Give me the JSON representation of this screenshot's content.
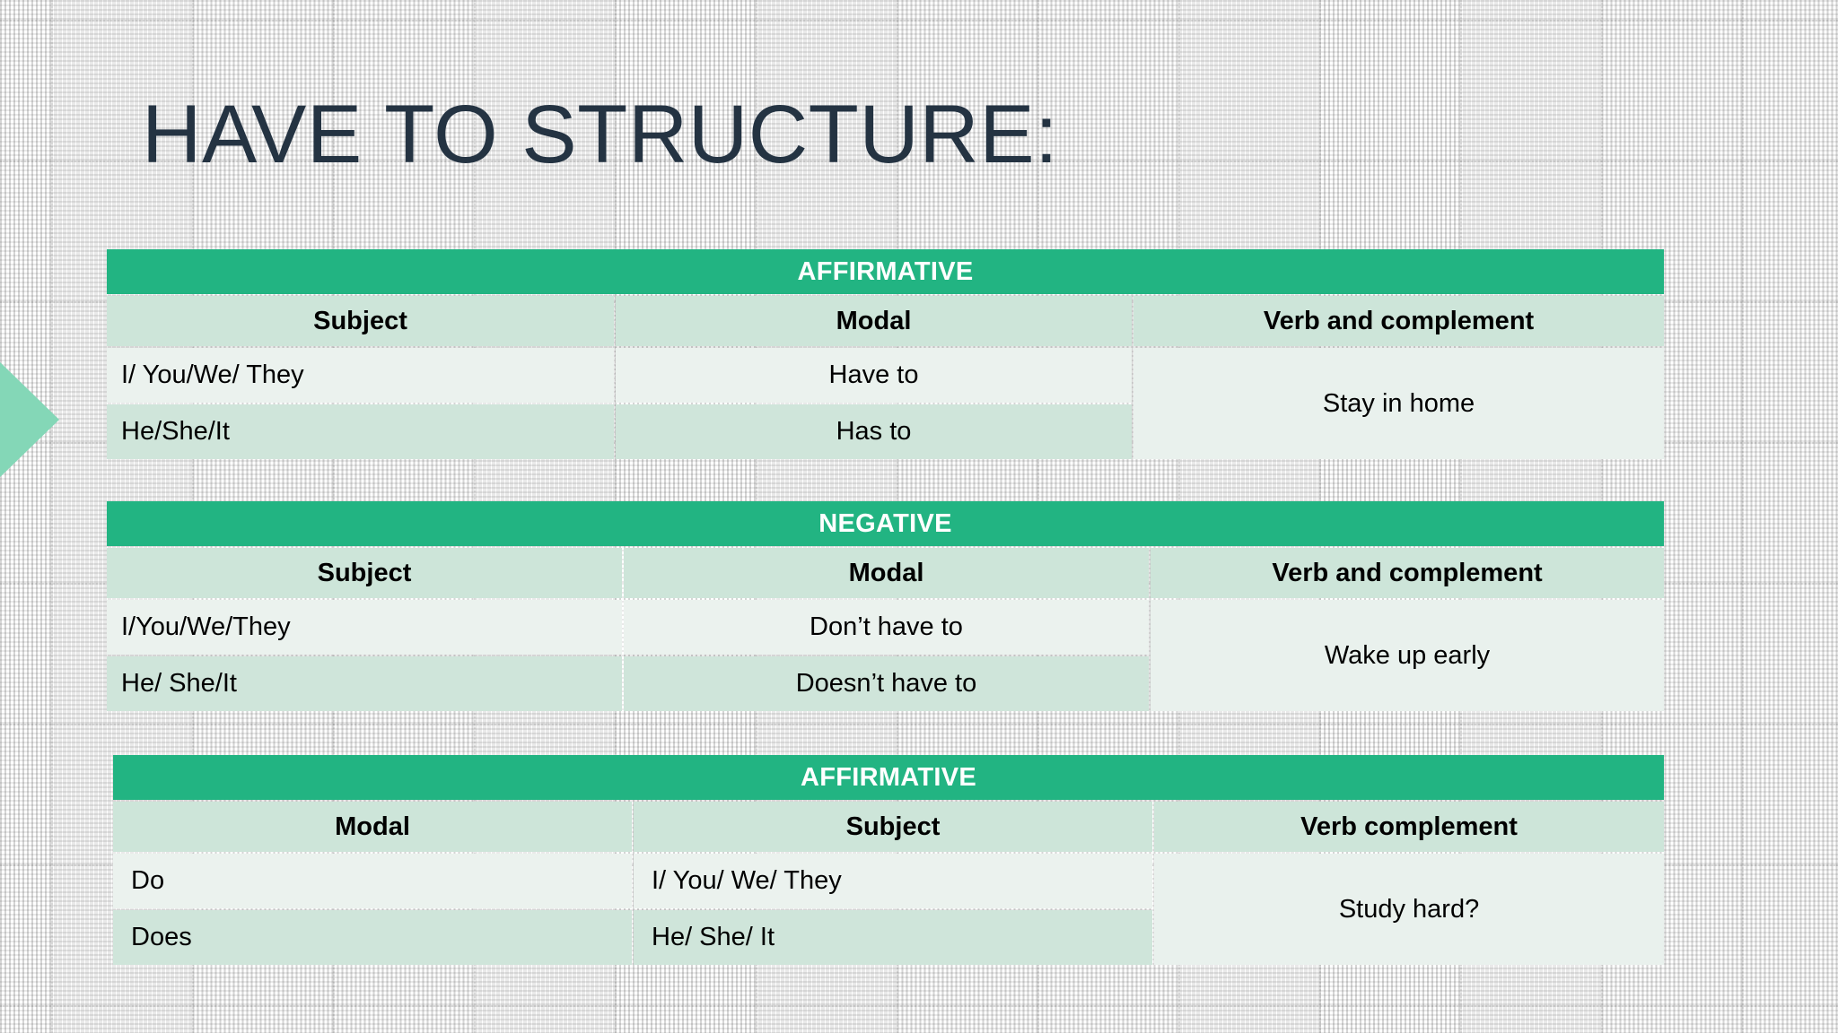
{
  "slide": {
    "title": "HAVE TO STRUCTURE:",
    "accent_green": "#22b482",
    "arrow_green": "#84d7b7",
    "title_color": "#243342",
    "subheader_bg": "#cde5d9",
    "row_light_bg": "#ebf2ee",
    "row_dark_bg": "#cfe5da",
    "merged_bg": "#e9f1ed",
    "background": "#ffffff"
  },
  "decor": {
    "arrow_name": "left-pointer-arrow"
  },
  "tables": [
    {
      "band": "AFFIRMATIVE",
      "columns": [
        "Subject",
        "Modal",
        "Verb and complement"
      ],
      "rows": [
        [
          "I/ You/We/ They",
          "Have to"
        ],
        [
          "He/She/It",
          "Has to"
        ]
      ],
      "merged_cell": "Stay in home"
    },
    {
      "band": "NEGATIVE",
      "columns": [
        "Subject",
        "Modal",
        "Verb and complement"
      ],
      "rows": [
        [
          "I/You/We/They",
          "Don’t have to"
        ],
        [
          " He/ She/It",
          "Doesn’t have to"
        ]
      ],
      "merged_cell": "Wake up early"
    },
    {
      "band": "AFFIRMATIVE",
      "columns": [
        "Modal",
        "Subject",
        "Verb complement"
      ],
      "rows": [
        [
          "Do",
          "I/ You/ We/ They"
        ],
        [
          "Does",
          "He/ She/ It"
        ]
      ],
      "merged_cell": "Study hard?"
    }
  ]
}
